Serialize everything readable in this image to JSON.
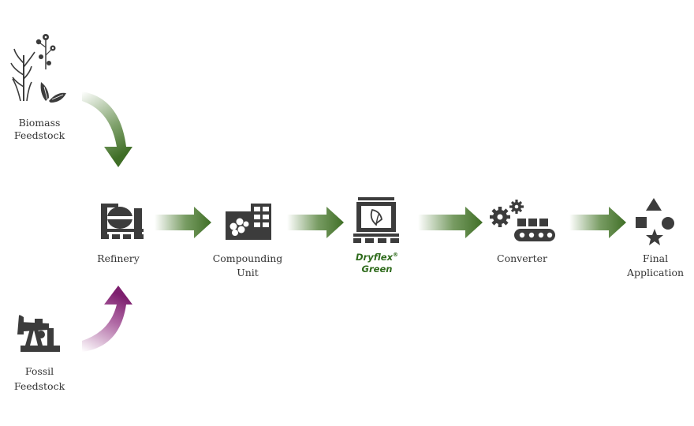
{
  "colors": {
    "icon": "#3c3c3c",
    "green_arrow": "#4a7a2e",
    "purple_arrow": "#8e2a7e",
    "brand_green": "#2f6b1c"
  },
  "nodes": {
    "biomass": {
      "line1": "Biomass",
      "line2": "Feedstock",
      "icon": "plants-icon"
    },
    "fossil": {
      "line1": "Fossil",
      "line2": "Feedstock",
      "icon": "oil-pump-icon"
    },
    "refinery": {
      "label": "Refinery",
      "icon": "refinery-icon"
    },
    "compounding": {
      "line1": "Compounding",
      "line2": "Unit",
      "icon": "compounding-icon"
    },
    "dryflex": {
      "line1": "Dryflex",
      "mark": "®",
      "line2": "Green",
      "icon": "leaf-box-icon"
    },
    "converter": {
      "label": "Converter",
      "icon": "gears-conveyor-icon"
    },
    "final": {
      "line1": "Final",
      "line2": "Application",
      "icon": "shapes-icon"
    }
  }
}
